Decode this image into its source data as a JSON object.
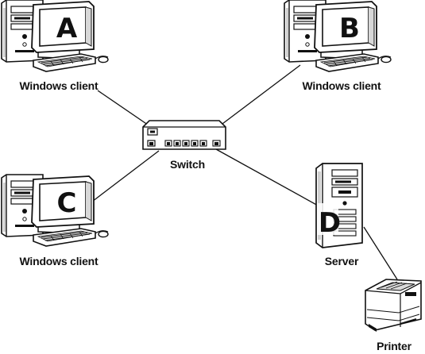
{
  "nodes": {
    "client_a": {
      "letter": "A",
      "label": "Windows client",
      "icon": "desktop-computer"
    },
    "client_b": {
      "letter": "B",
      "label": "Windows client",
      "icon": "desktop-computer"
    },
    "client_c": {
      "letter": "C",
      "label": "Windows client",
      "icon": "desktop-computer"
    },
    "switch": {
      "label": "Switch",
      "icon": "network-switch"
    },
    "server": {
      "letter": "D",
      "label": "Server",
      "icon": "tower-server"
    },
    "printer": {
      "label": "Printer",
      "icon": "laser-printer"
    }
  },
  "links": [
    {
      "from": "client_a",
      "to": "switch"
    },
    {
      "from": "client_b",
      "to": "switch"
    },
    {
      "from": "client_c",
      "to": "switch"
    },
    {
      "from": "server",
      "to": "switch"
    },
    {
      "from": "server",
      "to": "printer"
    }
  ]
}
